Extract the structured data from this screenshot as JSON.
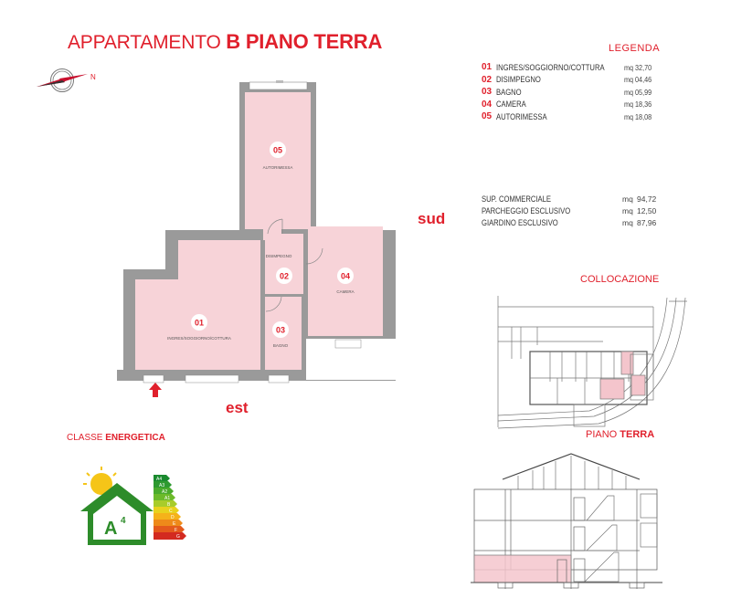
{
  "header": {
    "title_light": "APPARTAMENTO ",
    "title_bold": "B PIANO TERRA"
  },
  "compass": {
    "north_label": "N",
    "icon": "compass-icon"
  },
  "directions": {
    "south": "sud",
    "east": "est"
  },
  "floor_plan": {
    "rooms": [
      {
        "num": "01",
        "label": "INGRES/SOGGIORNO/COTTURA"
      },
      {
        "num": "02",
        "label": "DISIMPEGNO"
      },
      {
        "num": "03",
        "label": "BAGNO"
      },
      {
        "num": "04",
        "label": "CAMERA"
      },
      {
        "num": "05",
        "label": "AUTORIMESSA"
      }
    ],
    "entrance_icon": "entrance-arrow-icon",
    "colors": {
      "room_fill": "#f7d3d8",
      "wall": "#9a9a9a",
      "accent": "#e0202c"
    }
  },
  "legend": {
    "title": "LEGENDA",
    "items": [
      {
        "num": "01",
        "label": "INGRES/SOGGIORNO/COTTURA",
        "area": "mq 32,70"
      },
      {
        "num": "02",
        "label": "DISIMPEGNO",
        "area": "mq 04,46"
      },
      {
        "num": "03",
        "label": "BAGNO",
        "area": "mq 05,99"
      },
      {
        "num": "04",
        "label": "CAMERA",
        "area": "mq 18,36"
      },
      {
        "num": "05",
        "label": "AUTORIMESSA",
        "area": "mq 18,08"
      }
    ]
  },
  "surfaces": [
    {
      "label": "SUP. COMMERCIALE",
      "unit": "mq",
      "value": "94,72"
    },
    {
      "label": "PARCHEGGIO ESCLUSIVO",
      "unit": "mq",
      "value": "12,50"
    },
    {
      "label": "GIARDINO ESCLUSIVO",
      "unit": "mq",
      "value": "87,96"
    }
  ],
  "collocazione": {
    "title": "COLLOCAZIONE"
  },
  "section": {
    "title_light": "PIANO ",
    "title_bold": "TERRA"
  },
  "energy": {
    "title_light": "CLASSE ",
    "title_bold": "ENERGETICA",
    "class": "A",
    "class_sup": "4",
    "scale": [
      "A4",
      "A3",
      "A2",
      "A1",
      "B",
      "C",
      "D",
      "E",
      "F",
      "G"
    ],
    "scale_colors": [
      "#1a8a2e",
      "#2e9a30",
      "#4aab2c",
      "#6cba2a",
      "#a8cc2a",
      "#e8d21e",
      "#f5b21a",
      "#ee8a1a",
      "#e45a1c",
      "#d32a20"
    ]
  }
}
